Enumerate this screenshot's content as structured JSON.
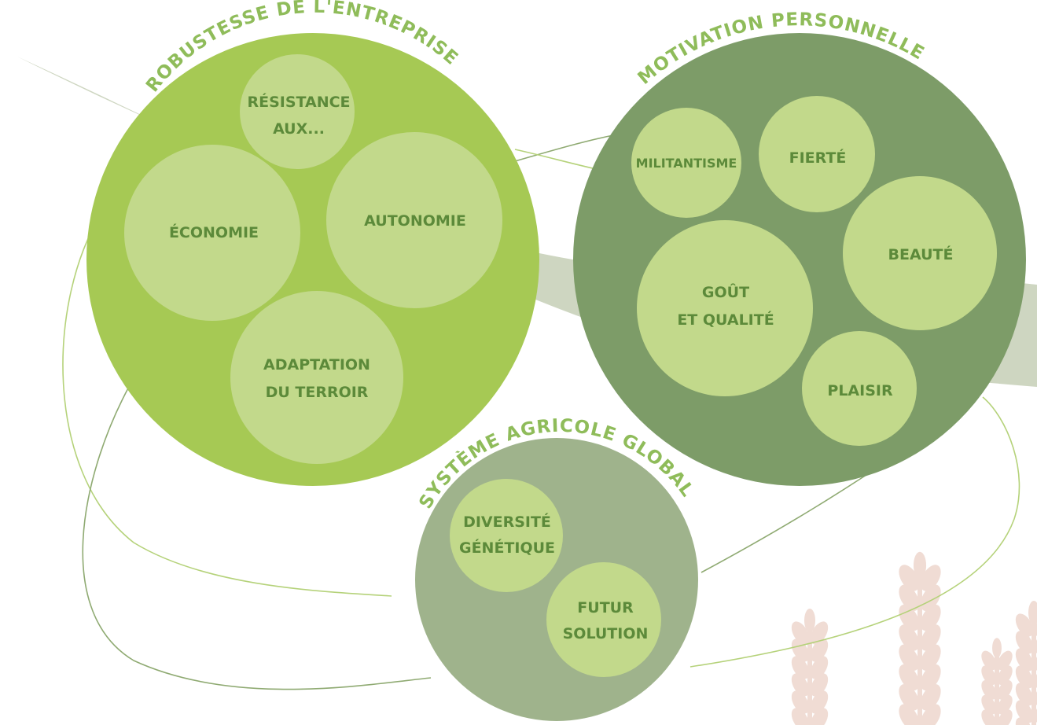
{
  "groups": {
    "robustesse": {
      "title": "ROBUSTESSE DE L'ENTREPRISE",
      "color": "#a6c954",
      "items": [
        "RÉSISTANCE",
        "AUX...",
        "ÉCONOMIE",
        "AUTONOMIE",
        "ADAPTATION",
        "DU TERROIR"
      ]
    },
    "motivation": {
      "title": "MOTIVATION PERSONNELLE",
      "color": "#7d9c68",
      "items": [
        "MILITANTISME",
        "FIERTÉ",
        "BEAUTÉ",
        "GOÛT",
        "ET QUALITÉ",
        "PLAISIR"
      ]
    },
    "systeme": {
      "title": "SYSTÈME AGRICOLE GLOBAL",
      "color": "#9fb38c",
      "items": [
        "DIVERSITÉ",
        "GÉNÉTIQUE",
        "FUTUR",
        "SOLUTION"
      ]
    }
  },
  "colors": {
    "inner_circle": "#c2d98b",
    "label_text": "#5c8a3a",
    "title_text": "#8fbc5a",
    "swoosh": "#c6cfb6",
    "wheat": "#f0dcd4"
  }
}
